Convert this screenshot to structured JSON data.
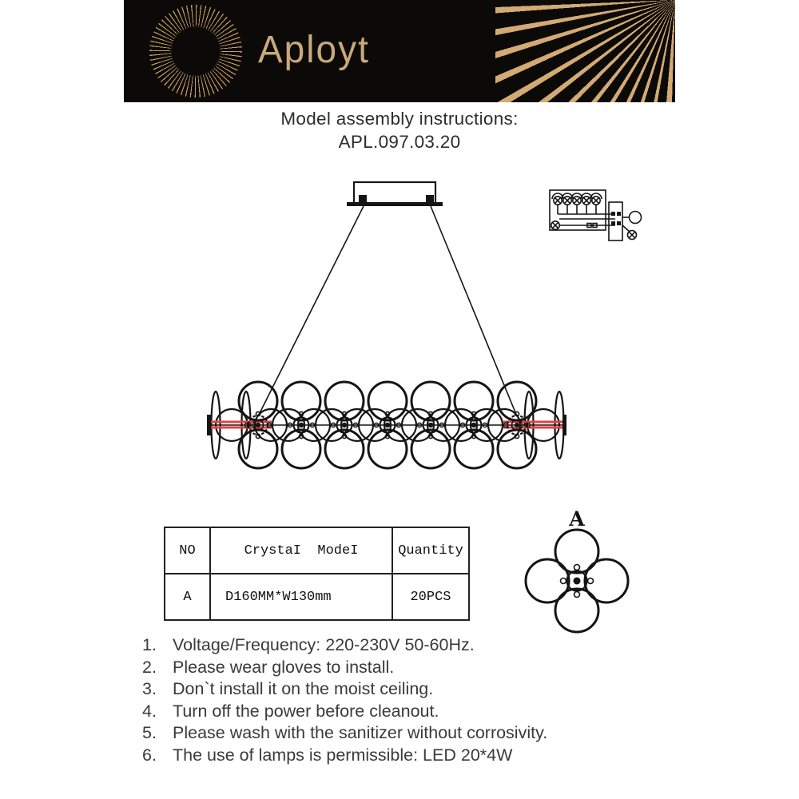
{
  "header": {
    "brand": "Aployt"
  },
  "title": {
    "line1": "Model assembly instructions:",
    "line2": "APL.097.03.20"
  },
  "diagram": {
    "detail_label": "A"
  },
  "parts_table": {
    "headers": {
      "no": "NO",
      "model": "CrystaI  ModeI",
      "quantity": "Quantity"
    },
    "rows": [
      {
        "no": "A",
        "model": "D160MM*W130mm",
        "quantity": "20PCS"
      }
    ]
  },
  "instructions": {
    "items": [
      "Voltage/Frequency: 220-230V 50-60Hz.",
      "Please wear gloves to install.",
      "Don`t install it on the moist ceiling.",
      "Turn off the power before cleanout.",
      "Please wash with the sanitizer without corrosivity.",
      "The use of lamps is permissible: LED 20*4W"
    ]
  },
  "colors": {
    "banner_bg": "#0c0a08",
    "gold": "#c8a97c",
    "accent_red": "#e04242",
    "ink": "#151515",
    "text": "#3a3a3a"
  }
}
